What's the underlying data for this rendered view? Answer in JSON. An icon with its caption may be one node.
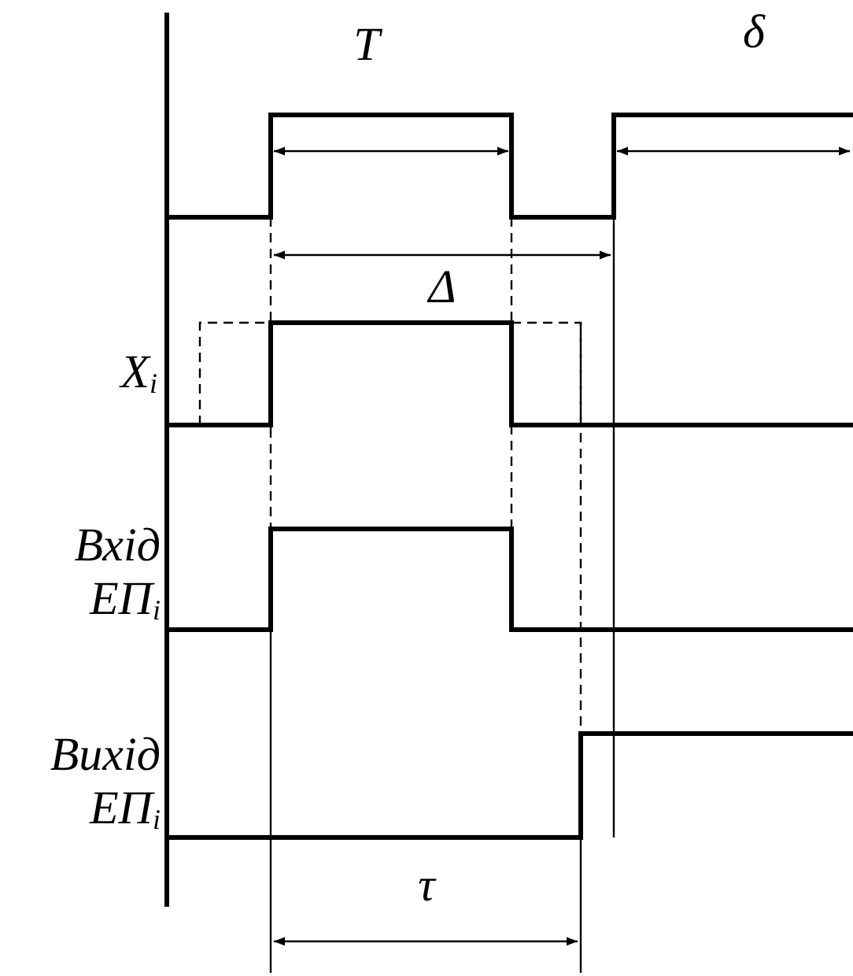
{
  "diagram": {
    "labels": [
      "T",
      "δ",
      "Δ",
      "X$_{i}$",
      "Вхід ЕП$_{i}$",
      "Вихід ЕП$_{i}$",
      "τ"
    ]
  }
}
